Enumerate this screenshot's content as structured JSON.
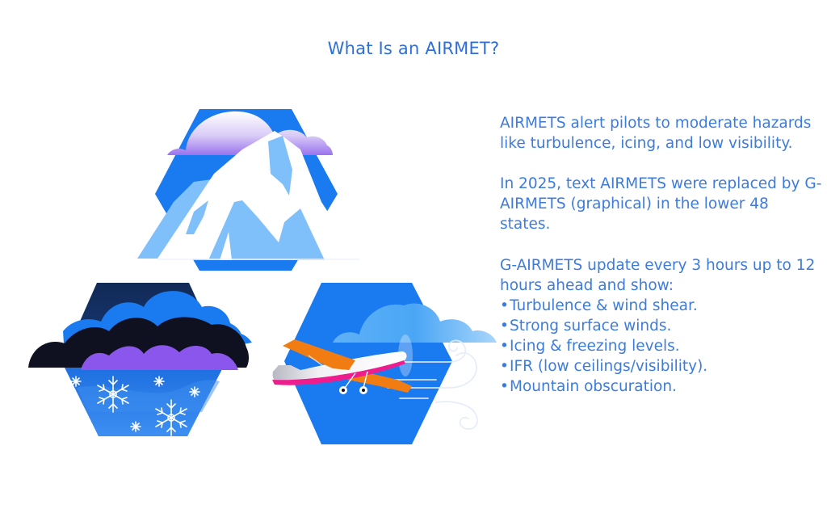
{
  "title": "What Is an AIRMET?",
  "paragraphs": [
    "AIRMETS alert pilots to moderate hazards like turbulence, icing, and low visibility.",
    "In 2025, text AIRMETS were replaced by G-AIRMETS (graphical) in the lower 48 states.",
    "G-AIRMETS update every 3 hours up to 12 hours ahead and show:"
  ],
  "bullet_glyph": "•",
  "hazards": [
    "Turbulence & wind shear.",
    "Strong surface winds.",
    "Icing & freezing levels.",
    "IFR (low ceilings/visibility).",
    "Mountain obscuration."
  ],
  "illustrations": [
    {
      "name": "mountain-obscuration",
      "theme": "mountain with purple cloud"
    },
    {
      "name": "icing-snow-clouds",
      "theme": "dark clouds with snowflakes"
    },
    {
      "name": "turbulence-airplane",
      "theme": "airplane with wind swirls"
    }
  ],
  "colors": {
    "title": "#2f6fd6",
    "body_text": "#3d7bdc",
    "hex_blue": "#1a7af0",
    "light_blue": "#7fc0fb",
    "navy": "#132c5c",
    "dark_cloud": "#0f1120",
    "purple": "#8a56ec",
    "orange": "#f07c12",
    "pink": "#ee1c8c"
  }
}
